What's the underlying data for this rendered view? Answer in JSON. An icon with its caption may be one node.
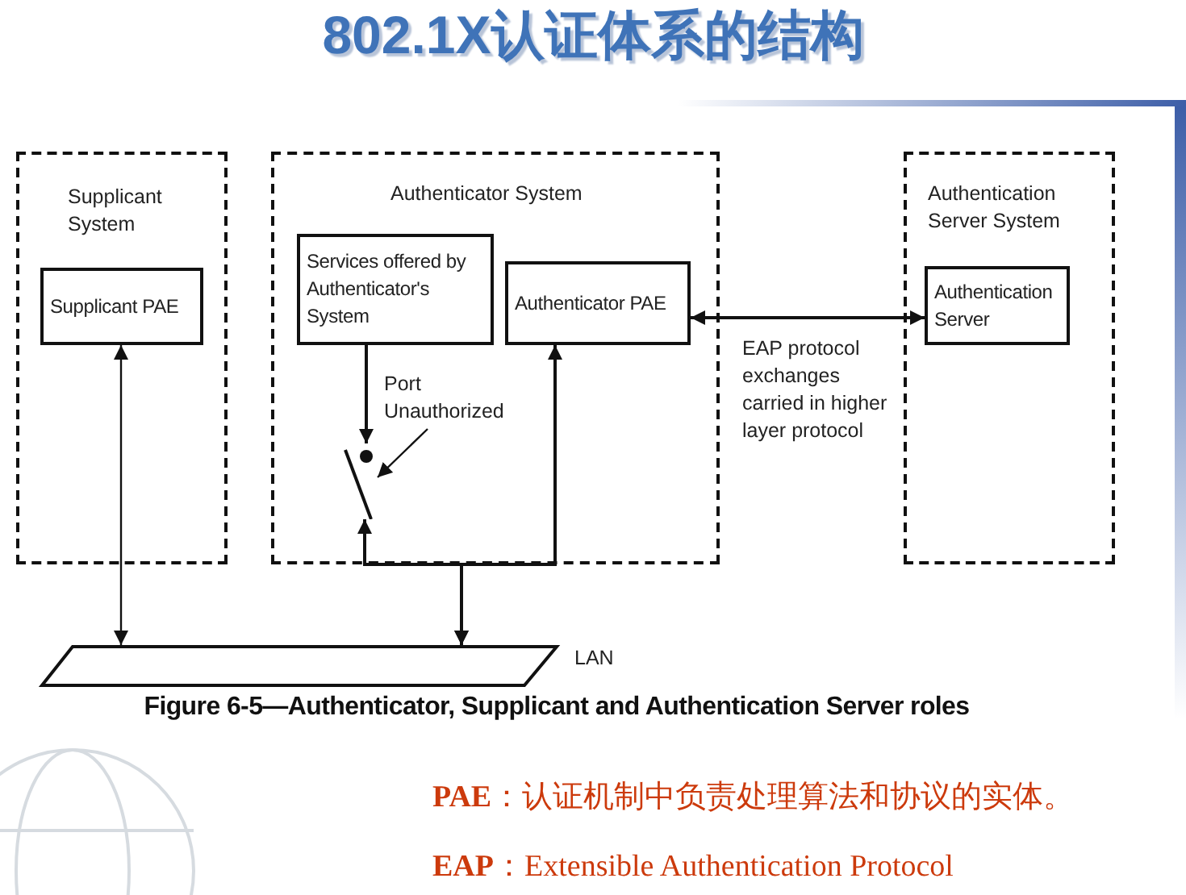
{
  "diagram": {
    "title": "802.1X认证体系的结构",
    "caption": "Figure 6-5—Authenticator, Supplicant and Authentication Server roles",
    "nodes": [
      {
        "text": [
          "Supplicant System"
        ]
      },
      {
        "text": [
          "Supplicant PAE"
        ],
        "in": 0
      },
      {
        "text": [
          "Authenticator System"
        ]
      },
      {
        "text": [
          "Services offered by Authenticator's System"
        ],
        "in": 2
      },
      {
        "text": [
          "Authenticator PAE"
        ],
        "in": 2
      },
      {
        "text": [
          "Authentication Server System"
        ]
      },
      {
        "text": [
          "Authentication Server"
        ],
        "in": 5
      },
      {
        "text": [],
        "shape": "parallelogram",
        "beside": [
          "LAN"
        ]
      },
      {
        "text": [],
        "shape": "switch",
        "in": 2
      },
      {
        "text": [
          "Port Unauthorized"
        ],
        "in": 2
      }
    ],
    "edges": [
      {
        "from": 1,
        "to": 7,
        "arrow": "both"
      },
      {
        "from": 4,
        "to": 6,
        "arrow": "both",
        "label": "EAP protocol exchanges carried in higher layer protocol"
      },
      {
        "from": 3,
        "to": 8,
        "arrow": "to"
      },
      {
        "from": 9,
        "to": 8,
        "arrow": "to"
      },
      {
        "from": 8,
        "to": 7,
        "arrow": "both"
      },
      {
        "from": 4,
        "to": 7,
        "arrow": "both"
      }
    ],
    "labels": [
      "**PAE**：认证机制中负责处理算法和协议的实体。",
      "**EAP**：Extensible Authentication Protocol"
    ]
  }
}
